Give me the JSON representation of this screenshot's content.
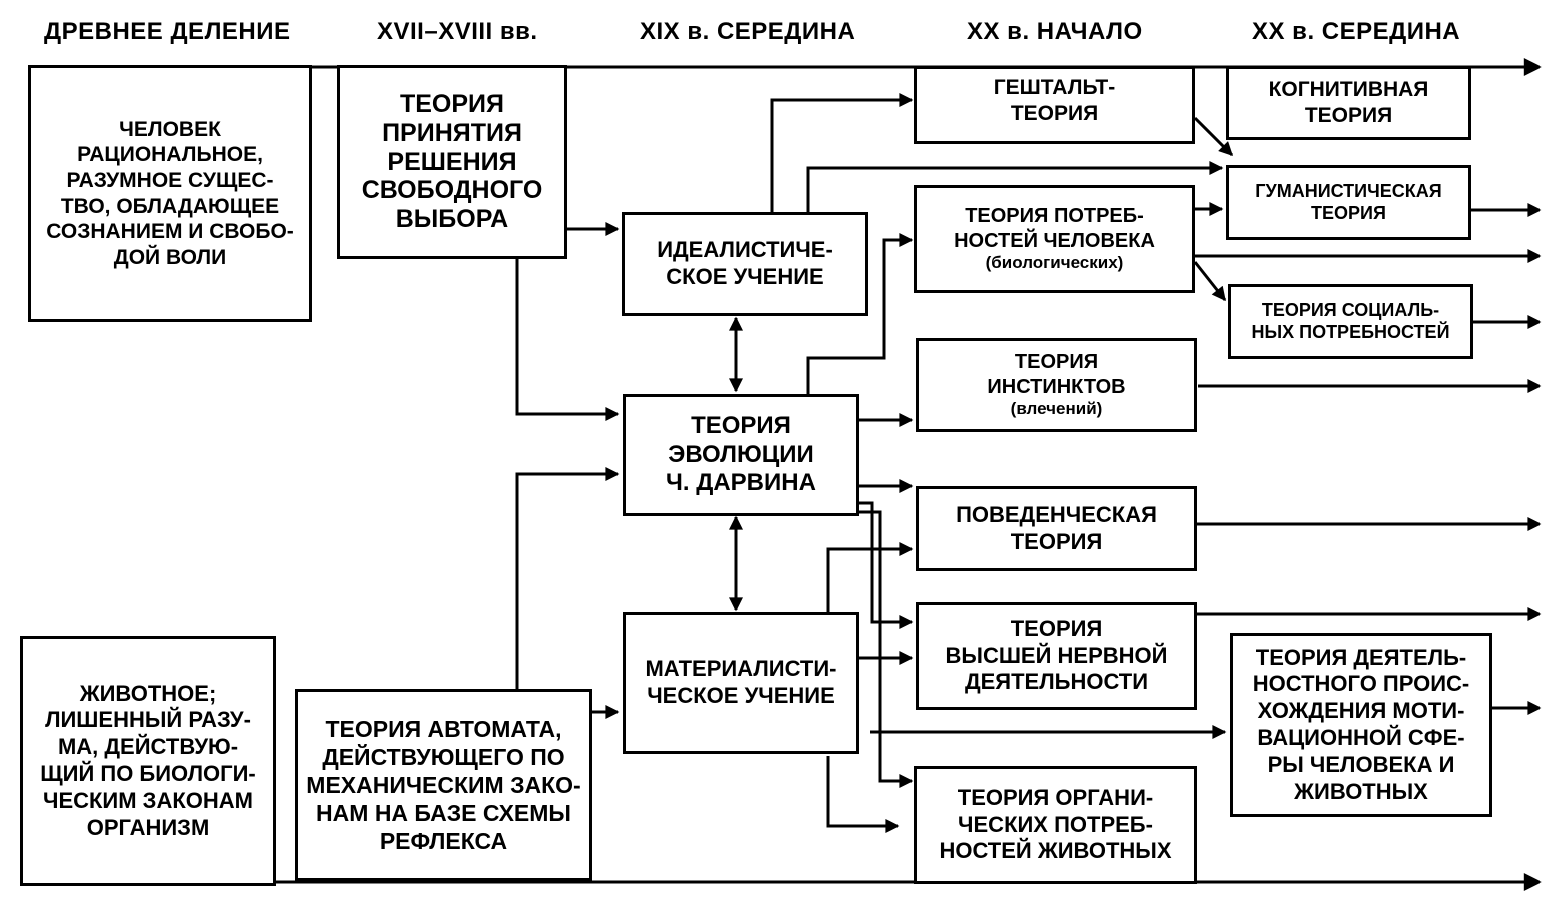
{
  "periods": {
    "ancient": "ДРЕВНЕЕ ДЕЛЕНИЕ",
    "c17_18": "XVII–XVIII вв.",
    "c19_mid": "XIX в.  СЕРЕДИНА",
    "c20_start": "XX в.  НАЧАЛО",
    "c20_mid": "XX в.  СЕРЕДИНА"
  },
  "boxes": {
    "human": [
      "ЧЕЛОВЕК",
      "РАЦИОНАЛЬНОЕ,",
      "РАЗУМНОЕ СУЩЕС-",
      "ТВО, ОБЛАДАЮЩЕЕ",
      "СОЗНАНИЕМ И СВОБО-",
      "ДОЙ ВОЛИ"
    ],
    "animal": [
      "ЖИВОТНОЕ;",
      "ЛИШЕННЫЙ РАЗУ-",
      "МА, ДЕЙСТВУЮ-",
      "ЩИЙ ПО БИОЛОГИ-",
      "ЧЕСКИМ ЗАКОНАМ",
      "ОРГАНИЗМ"
    ],
    "free_choice": [
      "ТЕОРИЯ",
      "ПРИНЯТИЯ",
      "РЕШЕНИЯ",
      "СВОБОДНОГО",
      "ВЫБОРА"
    ],
    "automaton": [
      "ТЕОРИЯ АВТОМАТА,",
      "ДЕЙСТВУЮЩЕГО ПО",
      "МЕХАНИЧЕСКИМ ЗАКО-",
      "НАМ НА БАЗЕ СХЕМЫ",
      "РЕФЛЕКСА"
    ],
    "idealist": [
      "ИДЕАЛИСТИЧЕ-",
      "СКОЕ УЧЕНИЕ"
    ],
    "darwin": [
      "ТЕОРИЯ",
      "ЭВОЛЮЦИИ",
      "Ч. ДАРВИНА"
    ],
    "materialist": [
      "МАТЕРИАЛИСТИ-",
      "ЧЕСКОЕ  УЧЕНИЕ"
    ],
    "gestalt": [
      "ГЕШТАЛЬТ-",
      "ТЕОРИЯ"
    ],
    "needs_human": [
      "ТЕОРИЯ ПОТРЕБ-",
      "НОСТЕЙ ЧЕЛОВЕКА",
      "(биологических)"
    ],
    "instincts": [
      "ТЕОРИЯ",
      "ИНСТИНКТОВ",
      "(влечений)"
    ],
    "behavioral": [
      "ПОВЕДЕНЧЕСКАЯ",
      "ТЕОРИЯ"
    ],
    "higher_nervous": [
      "ТЕОРИЯ",
      "ВЫСШЕЙ НЕРВНОЙ",
      "ДЕЯТЕЛЬНОСТИ"
    ],
    "organic_needs": [
      "ТЕОРИЯ  ОРГАНИ-",
      "ЧЕСКИХ ПОТРЕБ-",
      "НОСТЕЙ ЖИВОТНЫХ"
    ],
    "cognitive": [
      "КОГНИТИВНАЯ",
      "ТЕОРИЯ"
    ],
    "humanistic": [
      "ГУМАНИСТИЧЕСКАЯ",
      "ТЕОРИЯ"
    ],
    "social_needs": [
      "ТЕОРИЯ СОЦИАЛЬ-",
      "НЫХ ПОТРЕБНОСТЕЙ"
    ],
    "activity_origin": [
      "ТЕОРИЯ  ДЕЯТЕЛЬ-",
      "НОСТНОГО ПРОИС-",
      "ХОЖДЕНИЯ МОТИ-",
      "ВАЦИОННОЙ СФЕ-",
      "РЫ ЧЕЛОВЕКА И",
      "ЖИВОТНЫХ"
    ]
  },
  "colors": {
    "ink": "#000000",
    "paper": "#ffffff"
  }
}
